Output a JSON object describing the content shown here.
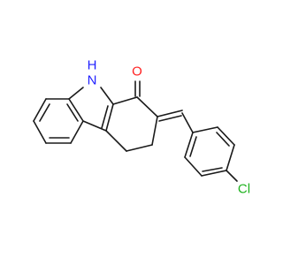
{
  "molecule": {
    "bond_color": "#1a1a1a",
    "atoms": {
      "nitrogen": {
        "symbol": "N",
        "color": "#1f1fff"
      },
      "hydrogen": {
        "symbol": "H",
        "color": "#1f1fff"
      },
      "oxygen": {
        "symbol": "O",
        "color": "#ff1f1f"
      },
      "chlorine": {
        "symbol": "Cl",
        "color": "#1fb21f"
      }
    }
  }
}
